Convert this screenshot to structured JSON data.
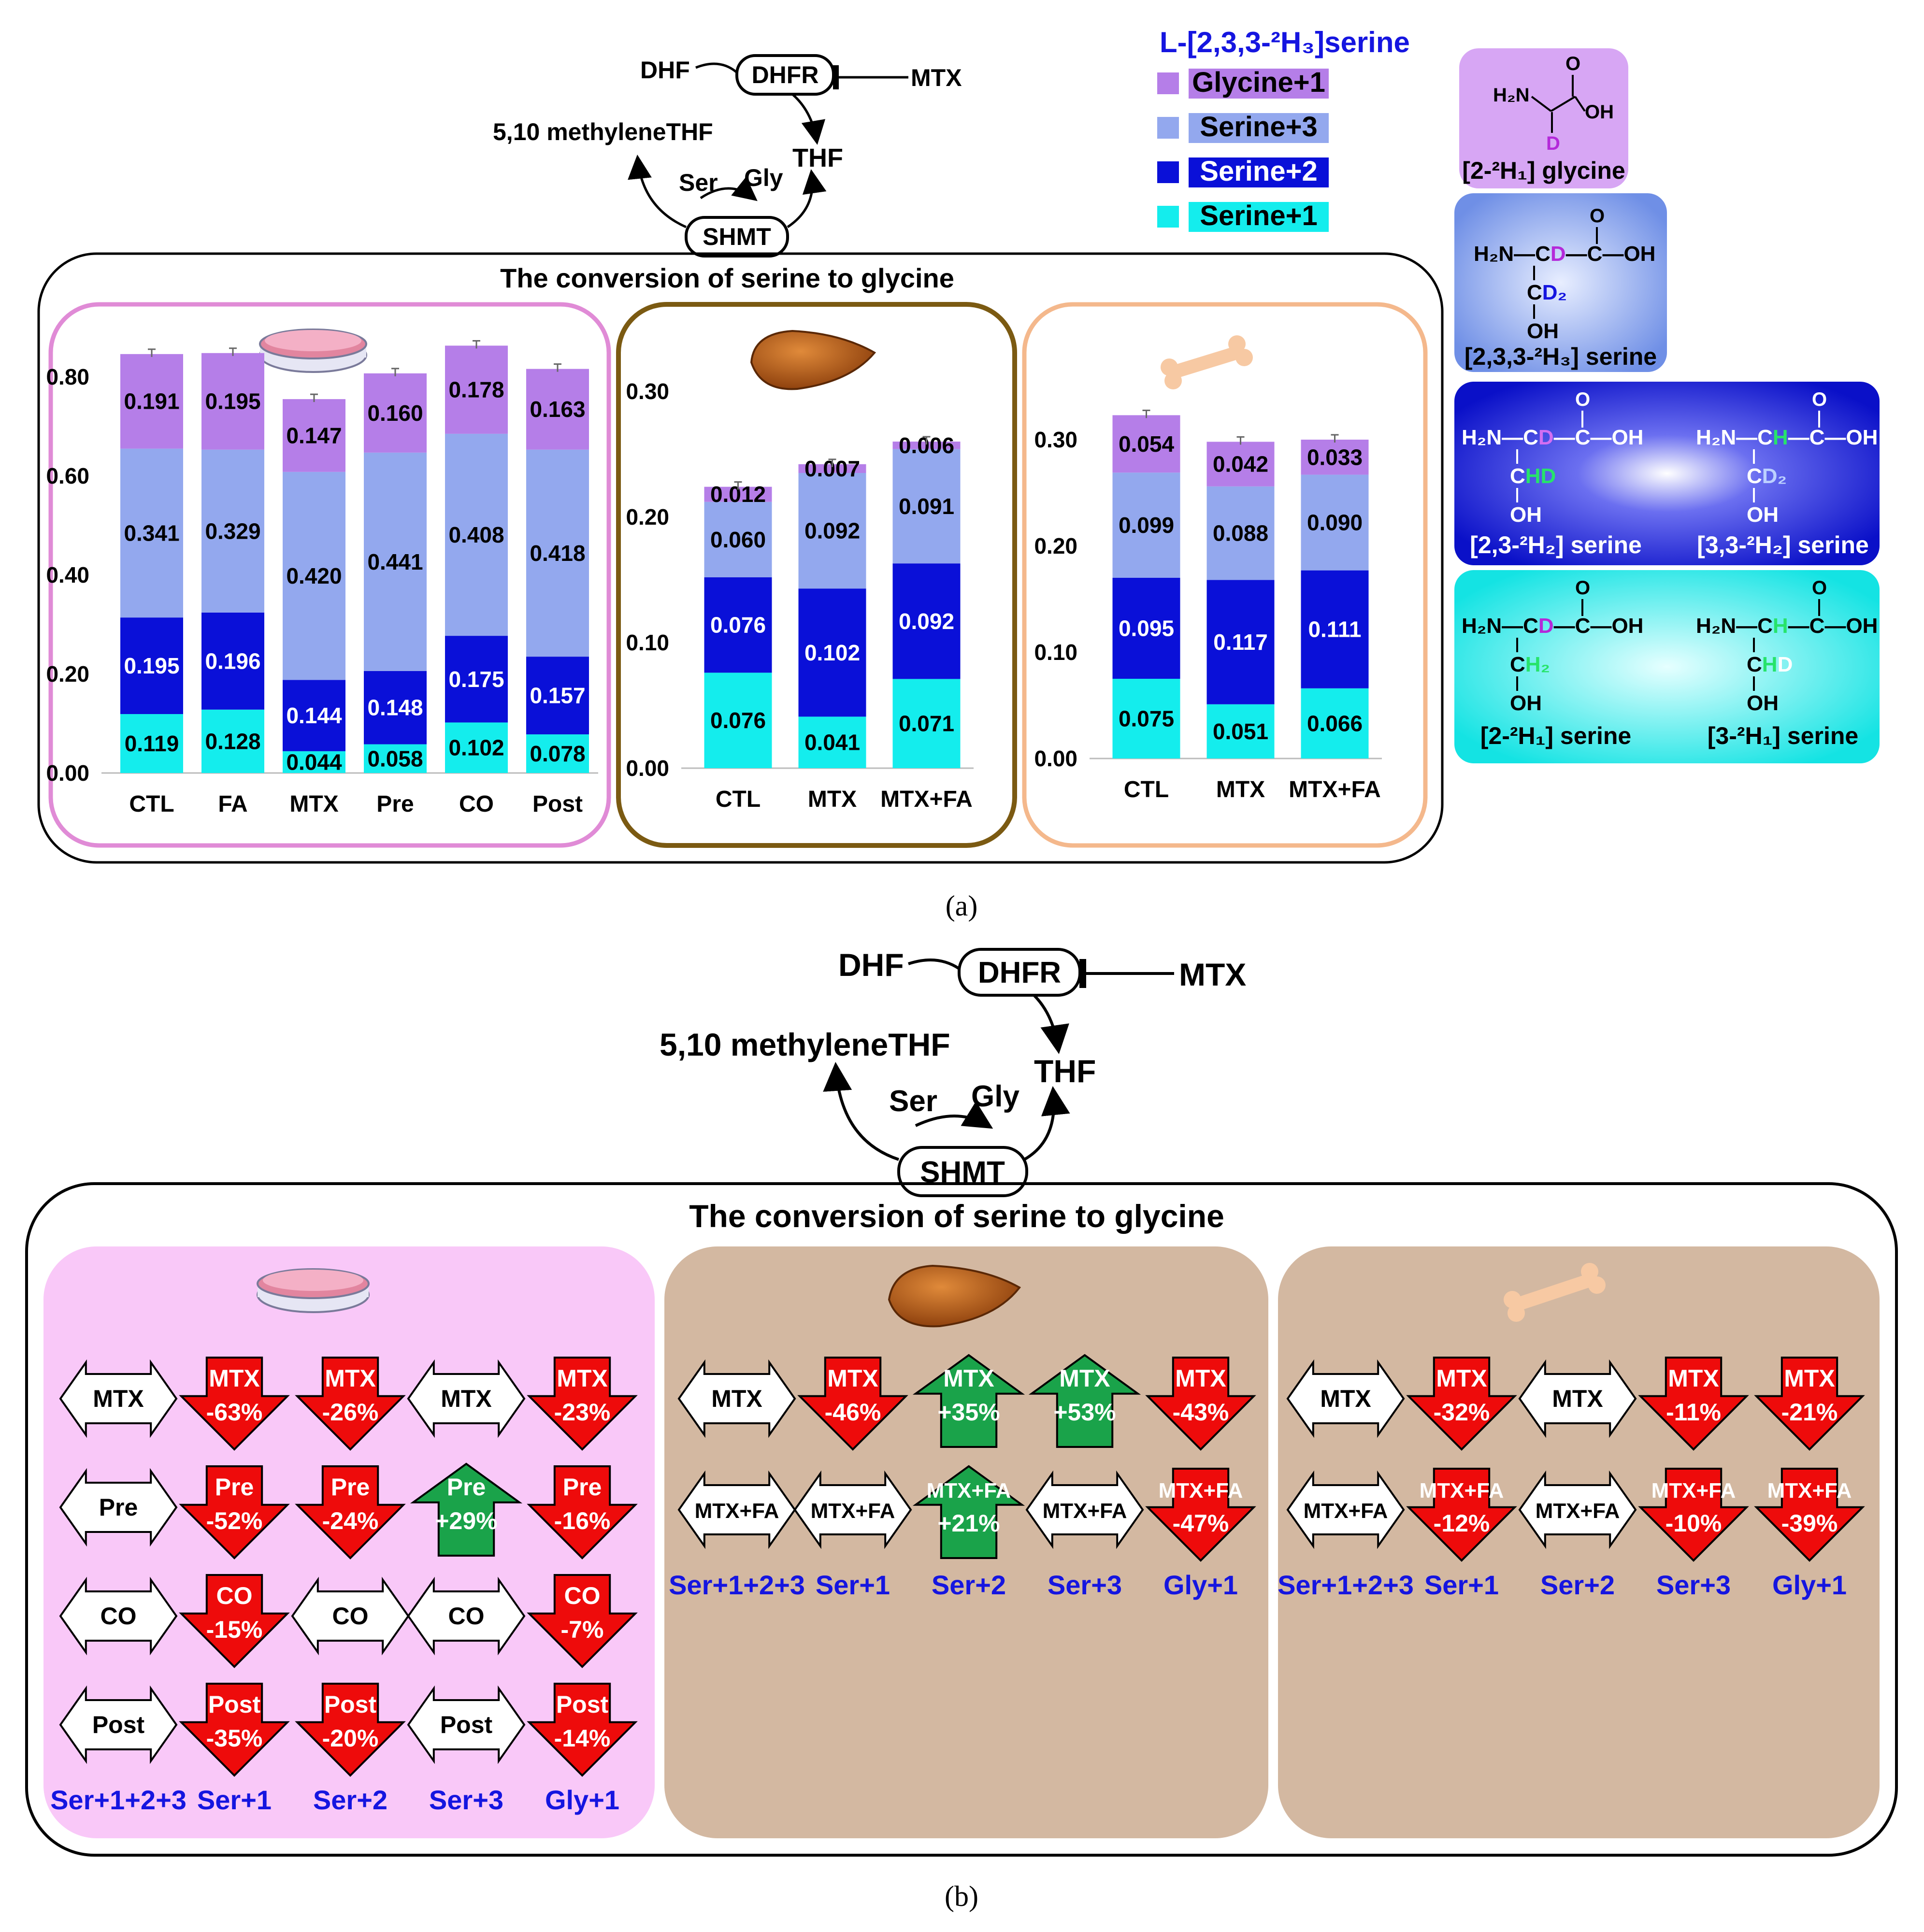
{
  "colors": {
    "glycine_plus1": "#b57ee8",
    "serine_plus3": "#93a8ee",
    "serine_plus2": "#0a10d8",
    "serine_plus1": "#14eded",
    "cell_border": "#e08bd6",
    "liver_border": "#7b5a12",
    "bone_border": "#f4b88c",
    "down_red": "#ee0b0b",
    "up_green": "#1aa34a",
    "panel_b_pink": "#f9c8f8",
    "panel_b_tan": "#d3b8a1",
    "label_blue": "#1515e0"
  },
  "pathway": {
    "dhf": "DHF",
    "dhfr": "DHFR",
    "mtx": "MTX",
    "methylene_thf": "5,10 methyleneTHF",
    "ser": "Ser",
    "gly": "Gly",
    "thf": "THF",
    "shmt": "SHMT"
  },
  "panel_title": "The conversion of serine to glycine",
  "legend": {
    "title": "L-[2,3,3-²H₃]serine",
    "items": [
      "Glycine+1",
      "Serine+3",
      "Serine+2",
      "Serine+1"
    ]
  },
  "structures": [
    {
      "label": "[2-²H₁] glycine"
    },
    {
      "label": "[2,3,3-²H₃] serine"
    },
    {
      "label": "[2,3-²H₂] serine"
    },
    {
      "label": "[3,3-²H₂] serine"
    },
    {
      "label": "[2-²H₁] serine"
    },
    {
      "label": "[3-²H₁] serine"
    }
  ],
  "chart_data": [
    {
      "type": "bar",
      "stacked": true,
      "panel": "cell",
      "categories": [
        "CTL",
        "FA",
        "MTX",
        "Pre",
        "CO",
        "Post"
      ],
      "ylim": [
        0,
        0.8
      ],
      "yticks": [
        "0.00",
        "0.20",
        "0.40",
        "0.60",
        "0.80"
      ],
      "series": [
        {
          "name": "Serine+1",
          "values": [
            0.119,
            0.128,
            0.044,
            0.058,
            0.102,
            0.078
          ],
          "labels": [
            "0.119",
            "0.128",
            "0.044",
            "0.058",
            "0.102",
            "0.078"
          ]
        },
        {
          "name": "Serine+2",
          "values": [
            0.195,
            0.196,
            0.144,
            0.148,
            0.175,
            0.157
          ],
          "labels": [
            "0.195",
            "0.196",
            "0.144",
            "0.148",
            "0.175",
            "0.157"
          ]
        },
        {
          "name": "Serine+3",
          "values": [
            0.341,
            0.329,
            0.42,
            0.441,
            0.408,
            0.418
          ],
          "labels": [
            "0.341",
            "0.329",
            "0.420",
            "0.441",
            "0.408",
            "0.418"
          ]
        },
        {
          "name": "Glycine+1",
          "values": [
            0.191,
            0.195,
            0.147,
            0.16,
            0.178,
            0.163
          ],
          "labels": [
            "0.191",
            "0.195",
            "0.147",
            "0.160",
            "0.178",
            "0.163"
          ]
        }
      ]
    },
    {
      "type": "bar",
      "stacked": true,
      "panel": "liver",
      "categories": [
        "CTL",
        "MTX",
        "MTX+FA"
      ],
      "ylim": [
        0,
        0.3
      ],
      "yticks": [
        "0.00",
        "0.10",
        "0.20",
        "0.30"
      ],
      "series": [
        {
          "name": "Serine+1",
          "values": [
            0.076,
            0.041,
            0.071
          ],
          "labels": [
            "0.076",
            "0.041",
            "0.071"
          ]
        },
        {
          "name": "Serine+2",
          "values": [
            0.076,
            0.102,
            0.092
          ],
          "labels": [
            "0.076",
            "0.102",
            "0.092"
          ]
        },
        {
          "name": "Serine+3",
          "values": [
            0.06,
            0.092,
            0.091
          ],
          "labels": [
            "0.060",
            "0.092",
            "0.091"
          ]
        },
        {
          "name": "Glycine+1",
          "values": [
            0.012,
            0.007,
            0.006
          ],
          "labels": [
            "0.012",
            "0.007",
            "0.006"
          ]
        }
      ]
    },
    {
      "type": "bar",
      "stacked": true,
      "panel": "bone",
      "categories": [
        "CTL",
        "MTX",
        "MTX+FA"
      ],
      "ylim": [
        0,
        0.3
      ],
      "yticks": [
        "0.00",
        "0.10",
        "0.20",
        "0.30"
      ],
      "series": [
        {
          "name": "Serine+1",
          "values": [
            0.075,
            0.051,
            0.066
          ],
          "labels": [
            "0.075",
            "0.051",
            "0.066"
          ]
        },
        {
          "name": "Serine+2",
          "values": [
            0.095,
            0.117,
            0.111
          ],
          "labels": [
            "0.095",
            "0.117",
            "0.111"
          ]
        },
        {
          "name": "Serine+3",
          "values": [
            0.099,
            0.088,
            0.09
          ],
          "labels": [
            "0.099",
            "0.088",
            "0.090"
          ]
        },
        {
          "name": "Glycine+1",
          "values": [
            0.054,
            0.042,
            0.033
          ],
          "labels": [
            "0.054",
            "0.042",
            "0.033"
          ]
        }
      ]
    }
  ],
  "arrows": {
    "cell": {
      "columns": [
        "Ser+1+2+3",
        "Ser+1",
        "Ser+2",
        "Ser+3",
        "Gly+1"
      ],
      "rows": [
        [
          {
            "d": "both",
            "t": "MTX"
          },
          {
            "d": "down",
            "t": "MTX",
            "v": "-63%"
          },
          {
            "d": "down",
            "t": "MTX",
            "v": "-26%"
          },
          {
            "d": "both",
            "t": "MTX"
          },
          {
            "d": "down",
            "t": "MTX",
            "v": "-23%"
          }
        ],
        [
          {
            "d": "both",
            "t": "Pre"
          },
          {
            "d": "down",
            "t": "Pre",
            "v": "-52%"
          },
          {
            "d": "down",
            "t": "Pre",
            "v": "-24%"
          },
          {
            "d": "up",
            "t": "Pre",
            "v": "+29%"
          },
          {
            "d": "down",
            "t": "Pre",
            "v": "-16%"
          }
        ],
        [
          {
            "d": "both",
            "t": "CO"
          },
          {
            "d": "down",
            "t": "CO",
            "v": "-15%"
          },
          {
            "d": "both",
            "t": "CO"
          },
          {
            "d": "both",
            "t": "CO"
          },
          {
            "d": "down",
            "t": "CO",
            "v": "-7%"
          }
        ],
        [
          {
            "d": "both",
            "t": "Post"
          },
          {
            "d": "down",
            "t": "Post",
            "v": "-35%"
          },
          {
            "d": "down",
            "t": "Post",
            "v": "-20%"
          },
          {
            "d": "both",
            "t": "Post"
          },
          {
            "d": "down",
            "t": "Post",
            "v": "-14%"
          }
        ]
      ]
    },
    "liver": {
      "columns": [
        "Ser+1+2+3",
        "Ser+1",
        "Ser+2",
        "Ser+3",
        "Gly+1"
      ],
      "rows": [
        [
          {
            "d": "both",
            "t": "MTX"
          },
          {
            "d": "down",
            "t": "MTX",
            "v": "-46%"
          },
          {
            "d": "up",
            "t": "MTX",
            "v": "+35%"
          },
          {
            "d": "up",
            "t": "MTX",
            "v": "+53%"
          },
          {
            "d": "down",
            "t": "MTX",
            "v": "-43%"
          }
        ],
        [
          {
            "d": "both",
            "t": "MTX+FA"
          },
          {
            "d": "both",
            "t": "MTX+FA"
          },
          {
            "d": "up",
            "t": "MTX+FA",
            "v": "+21%"
          },
          {
            "d": "both",
            "t": "MTX+FA"
          },
          {
            "d": "down",
            "t": "MTX+FA",
            "v": "-47%"
          }
        ]
      ]
    },
    "bone": {
      "columns": [
        "Ser+1+2+3",
        "Ser+1",
        "Ser+2",
        "Ser+3",
        "Gly+1"
      ],
      "rows": [
        [
          {
            "d": "both",
            "t": "MTX"
          },
          {
            "d": "down",
            "t": "MTX",
            "v": "-32%"
          },
          {
            "d": "both",
            "t": "MTX"
          },
          {
            "d": "down",
            "t": "MTX",
            "v": "-11%"
          },
          {
            "d": "down",
            "t": "MTX",
            "v": "-21%"
          }
        ],
        [
          {
            "d": "both",
            "t": "MTX+FA"
          },
          {
            "d": "down",
            "t": "MTX+FA",
            "v": "-12%"
          },
          {
            "d": "both",
            "t": "MTX+FA"
          },
          {
            "d": "down",
            "t": "MTX+FA",
            "v": "-10%"
          },
          {
            "d": "down",
            "t": "MTX+FA",
            "v": "-39%"
          }
        ]
      ]
    }
  },
  "captions": {
    "a": "(a)",
    "b": "(b)"
  }
}
